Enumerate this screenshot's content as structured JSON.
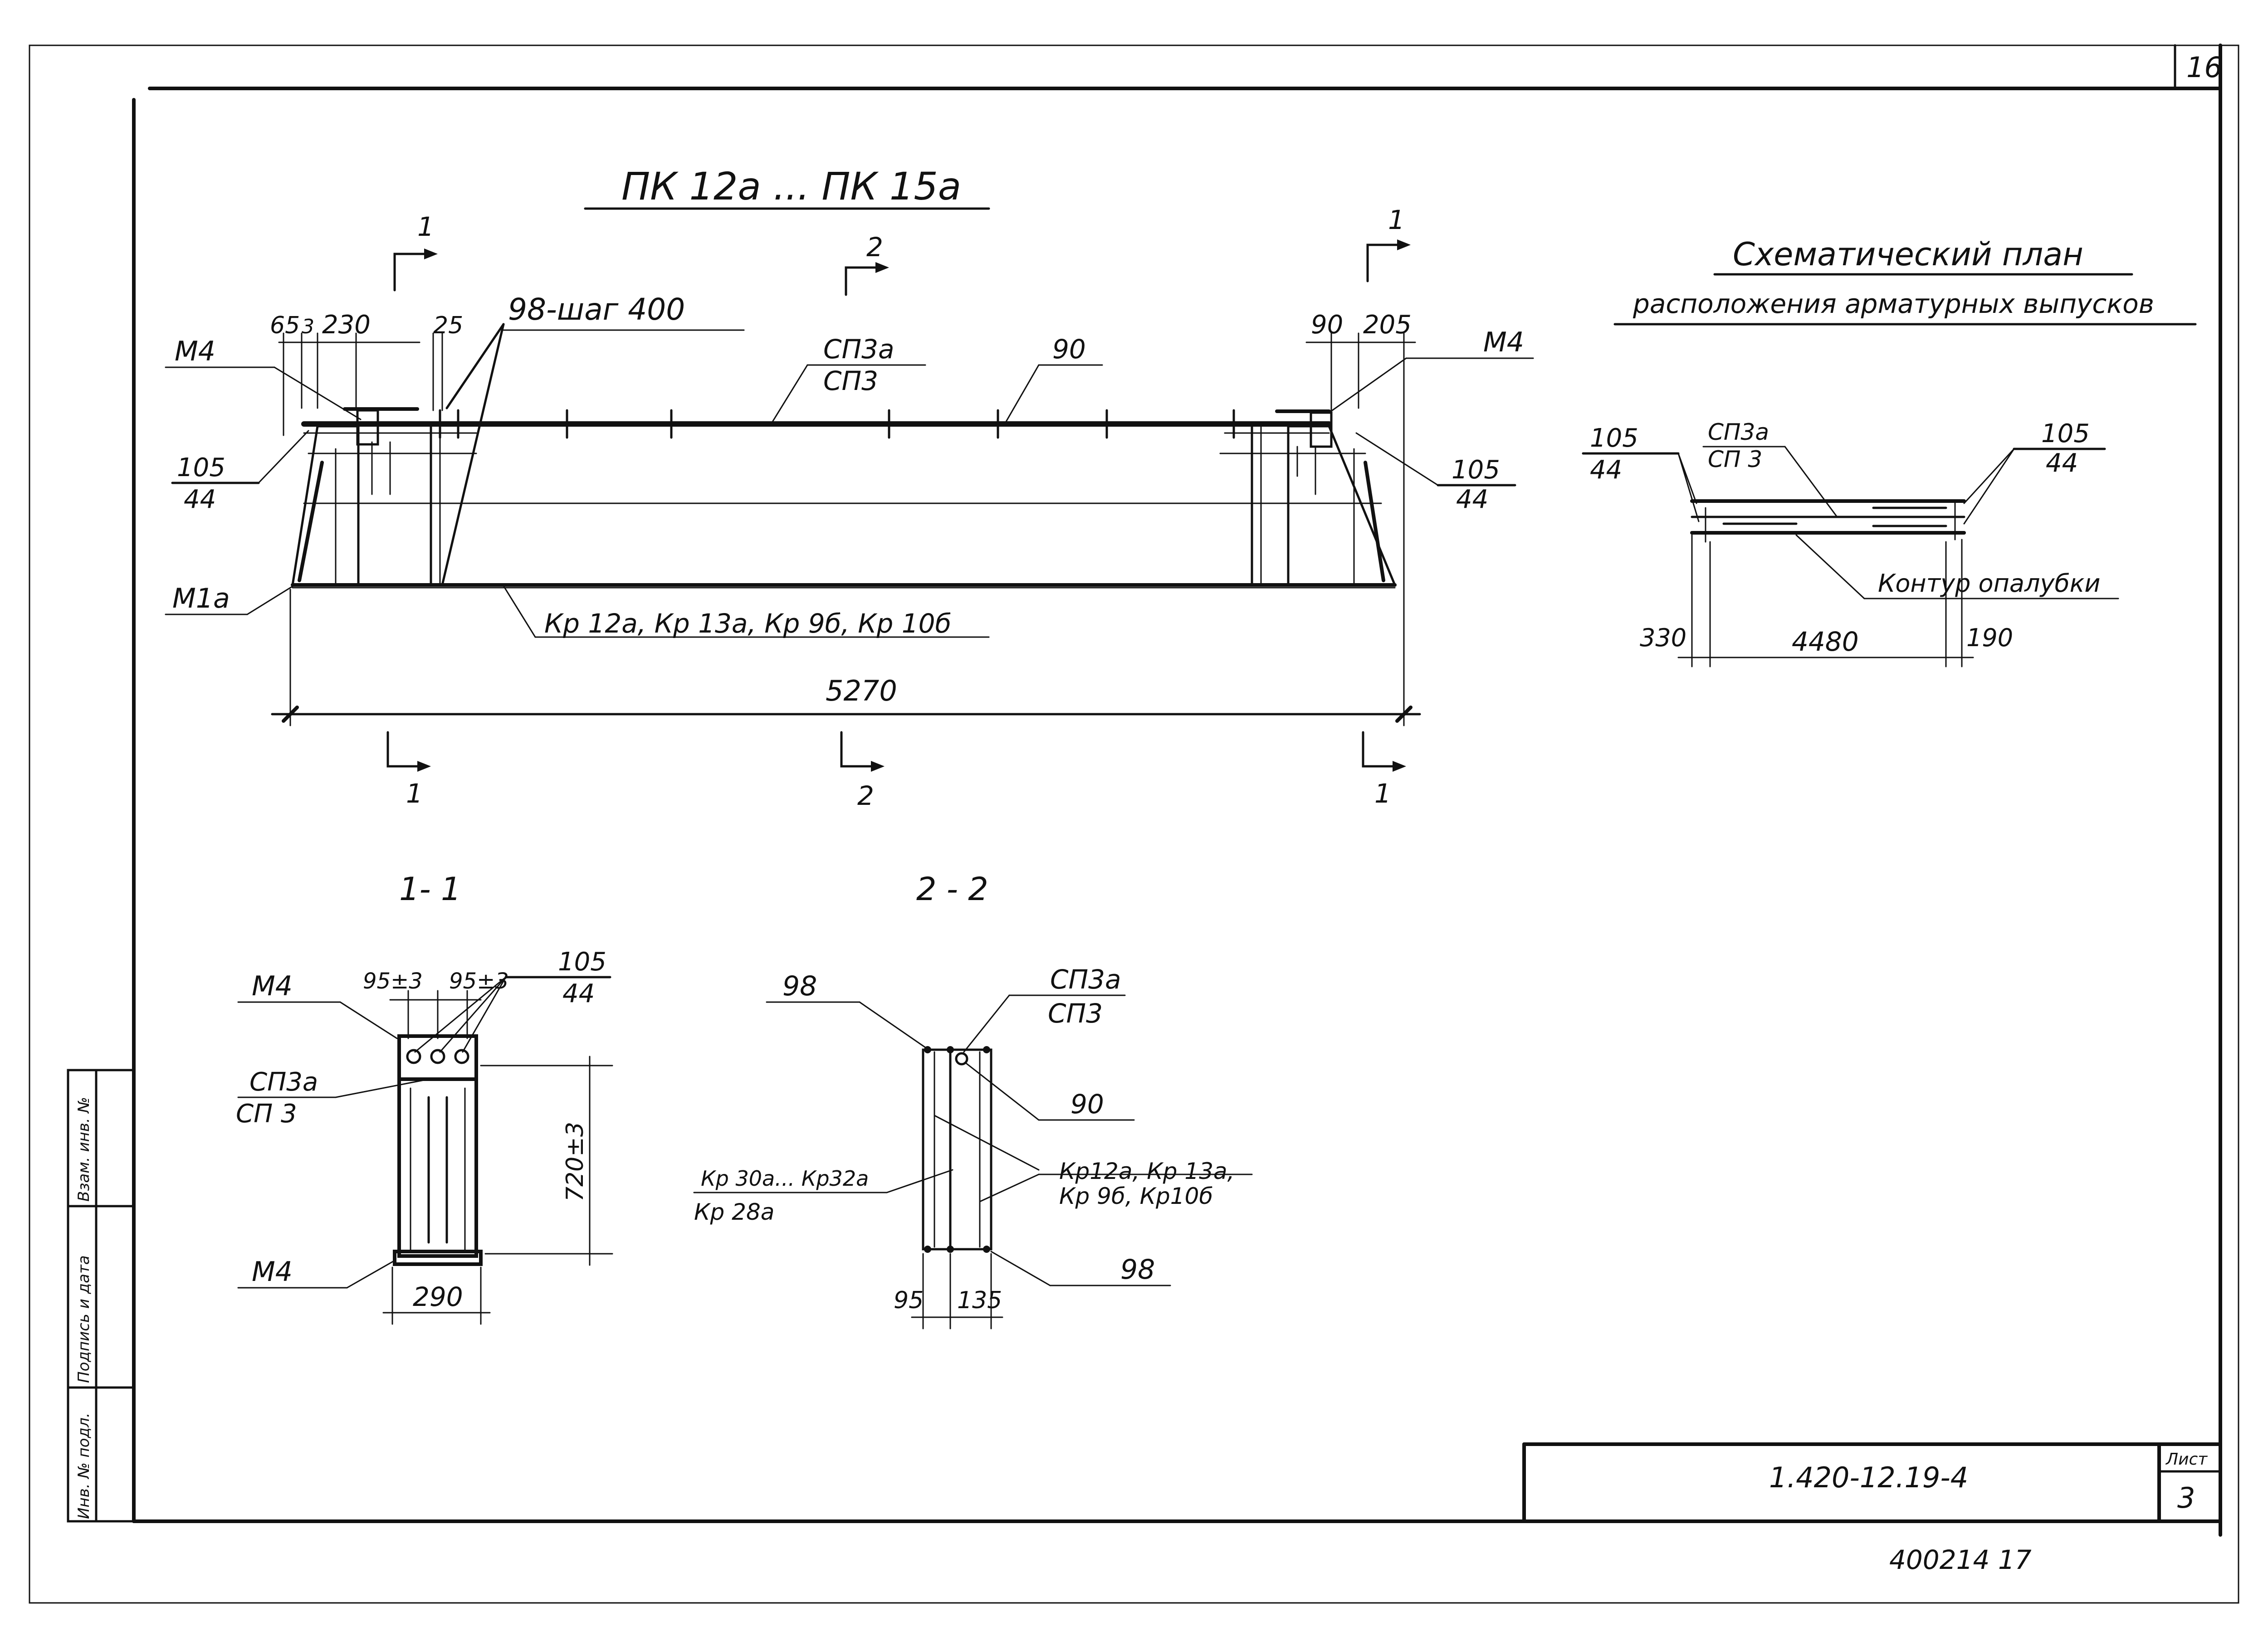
{
  "sheet": {
    "corner_number": "16",
    "title": "ПК 12а ... ПК 15а",
    "section_marks": {
      "one": "1",
      "two": "2"
    }
  },
  "elevation": {
    "dims": {
      "d65": "65",
      "d3": "3",
      "d230": "230",
      "d25": "25",
      "step": "98-шаг 400",
      "d90": "90",
      "d205": "205",
      "total": "5270"
    },
    "labels": {
      "m4_left": "М4",
      "m4_right": "М4",
      "ref105_left": "105",
      "ref44_left": "44",
      "ref105_right": "105",
      "ref44_right": "44",
      "sp3a": "СП3а",
      "sp3": "СП3",
      "bar90": "90",
      "m1a": "М1а",
      "frames": "Кр 12а, Кр 13а, Кр 9б, Кр 10б"
    }
  },
  "plan": {
    "title_line1": "Схематический план",
    "title_line2": "расположения арматурных выпусков",
    "ref105_left": "105",
    "ref44_left": "44",
    "sp3a": "СП3а",
    "sp3": "СП 3",
    "ref105_right": "105",
    "ref44_right": "44",
    "contour": "Контур опалубки",
    "d330": "330",
    "d4480": "4480",
    "d190": "190"
  },
  "section11": {
    "title": "1- 1",
    "d95a": "95±3",
    "d95b": "95±3",
    "m4_top": "М4",
    "ref105": "105",
    "ref44": "44",
    "sp3a": "СП3а",
    "sp3": "СП 3",
    "height": "720±3",
    "m4_bottom": "М4",
    "width": "290"
  },
  "section22": {
    "title": "2 - 2",
    "bar98_top": "98",
    "sp3a": "СП3а",
    "sp3": "СП3",
    "bar90": "90",
    "frames_left_1": "Кр 30а... Кр32а",
    "frames_left_2": "Кр 28а",
    "frames_right_1": "Кр12а, Кр 13а,",
    "frames_right_2": "Кр 9б, Кр10б",
    "bar98_bottom": "98",
    "d95": "95",
    "d135": "135"
  },
  "side_stamp": {
    "col1": "Инв. № подл.",
    "col2": "Подпись и дата",
    "col3": "Взам. инв. №"
  },
  "title_block": {
    "doc_code": "1.420-12.19-4",
    "sheet_label": "Лист",
    "sheet_number": "3"
  },
  "footer_number": "400214 17"
}
